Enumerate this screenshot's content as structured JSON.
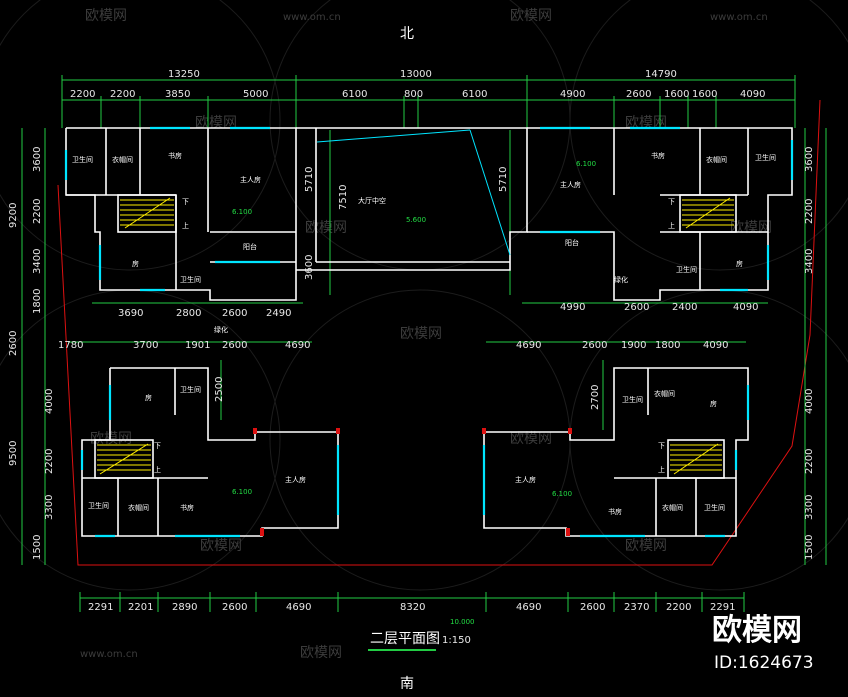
{
  "compass": {
    "north": "北",
    "south": "南"
  },
  "title": {
    "text": "二层平面图",
    "scale": "1:150",
    "elevation": "10.000"
  },
  "watermark": {
    "brand": "欧模网",
    "site": "www.om.cn",
    "id": "ID:1624673"
  },
  "dims_top_total": [
    "13250",
    "13000",
    "14790"
  ],
  "dims_top_detail": [
    "2200",
    "2200",
    "3850",
    "5000",
    "6100",
    "800",
    "6100",
    "4900",
    "2600",
    "1600",
    "1600",
    "4090"
  ],
  "dims_mid_upper_left": [
    "3690",
    "2800",
    "2600",
    "2490"
  ],
  "dims_mid_upper_right": [
    "4990",
    "2600",
    "2400",
    "4090"
  ],
  "dims_mid_lower_left": [
    "1780",
    "3700",
    "1901",
    "2600",
    "4690"
  ],
  "dims_mid_lower_right": [
    "4690",
    "2600",
    "1900",
    "1800",
    "4090"
  ],
  "dims_bottom": [
    "2291",
    "2201",
    "2890",
    "2600",
    "4690",
    "8320",
    "4690",
    "2600",
    "2370",
    "2200",
    "2291"
  ],
  "dims_left_total": [
    "9200",
    "9500"
  ],
  "dims_left_detail": [
    "3600",
    "2200",
    "3400",
    "1800",
    "2600",
    "4000",
    "2200",
    "3300",
    "1500"
  ],
  "dims_right_detail": [
    "3600",
    "2200",
    "3400",
    "4000",
    "2200",
    "3300",
    "1500"
  ],
  "dims_inner": [
    "5710",
    "7510",
    "5710",
    "3600",
    "2500",
    "2700"
  ],
  "rooms": {
    "bath": "卫生间",
    "closet": "衣帽间",
    "study": "书房",
    "master": "主人房",
    "room": "房",
    "balcony": "阳台",
    "hall_void": "大厅中空",
    "down": "下",
    "up": "上",
    "green": "绿化"
  },
  "levels": [
    "6.100",
    "5.600",
    "6.100"
  ],
  "colors": {
    "wall": "#ffffff",
    "window": "#00e5ff",
    "dimension": "#22cc44",
    "site_line": "#dd1111",
    "text": "#ffffff",
    "stair": "#ffee00"
  }
}
